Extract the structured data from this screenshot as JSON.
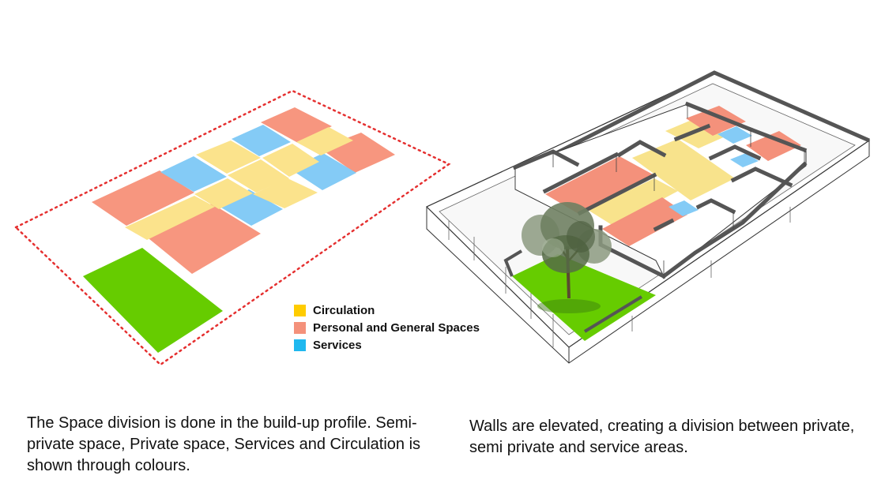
{
  "legend": {
    "items": [
      {
        "label": "Circulation",
        "color": "#FFCC00"
      },
      {
        "label": "Personal and General Spaces",
        "color": "#F4917B"
      },
      {
        "label": "Services",
        "color": "#1FB8EF"
      }
    ]
  },
  "captions": {
    "left": "The Space division is done in the build-up profile. Semi-private space, Private space, Services and Circulation is shown through colours.",
    "right": "Walls are elevated, creating a division between private, semi private and service areas."
  },
  "colors": {
    "circulation_block": "#FBE38C",
    "personal_block": "#F7967F",
    "services_block": "#84CBF6",
    "garden": "#66CC00",
    "boundary": "#E53030",
    "wall_top": "#555555"
  }
}
